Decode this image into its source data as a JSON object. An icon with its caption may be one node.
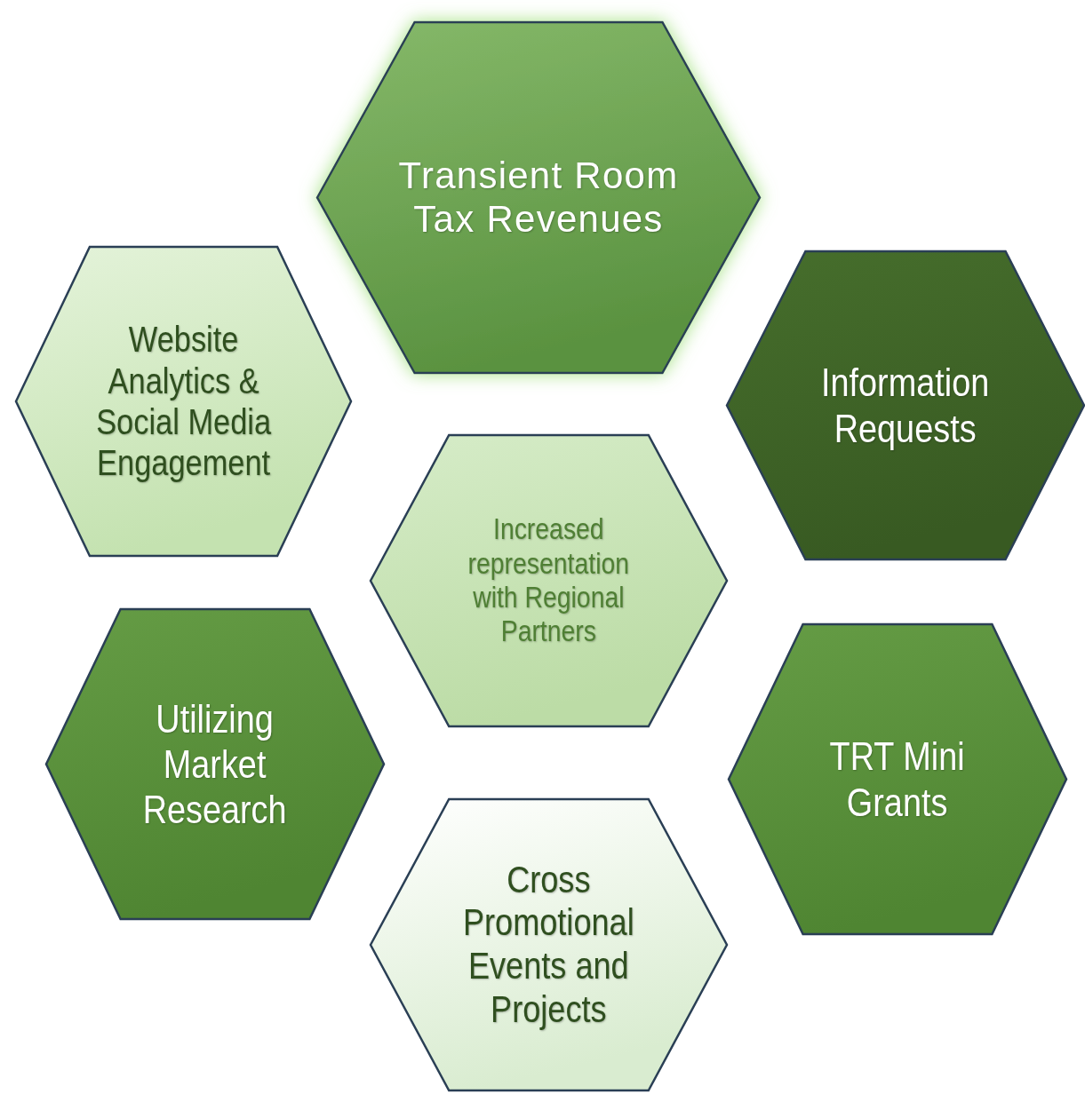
{
  "diagram": {
    "nodes": [
      {
        "text": [
          "Transient Room Tax Revenues"
        ]
      },
      {
        "text": [
          "Website Analytics & Social Media Engagement"
        ]
      },
      {
        "text": [
          "Information Requests"
        ]
      },
      {
        "text": [
          "Increased representation with Regional Partners"
        ]
      },
      {
        "text": [
          "Utilizing Market Research"
        ]
      },
      {
        "text": [
          "TRT Mini Grants"
        ]
      },
      {
        "text": [
          "Cross Promotional Events and Projects"
        ]
      }
    ]
  }
}
